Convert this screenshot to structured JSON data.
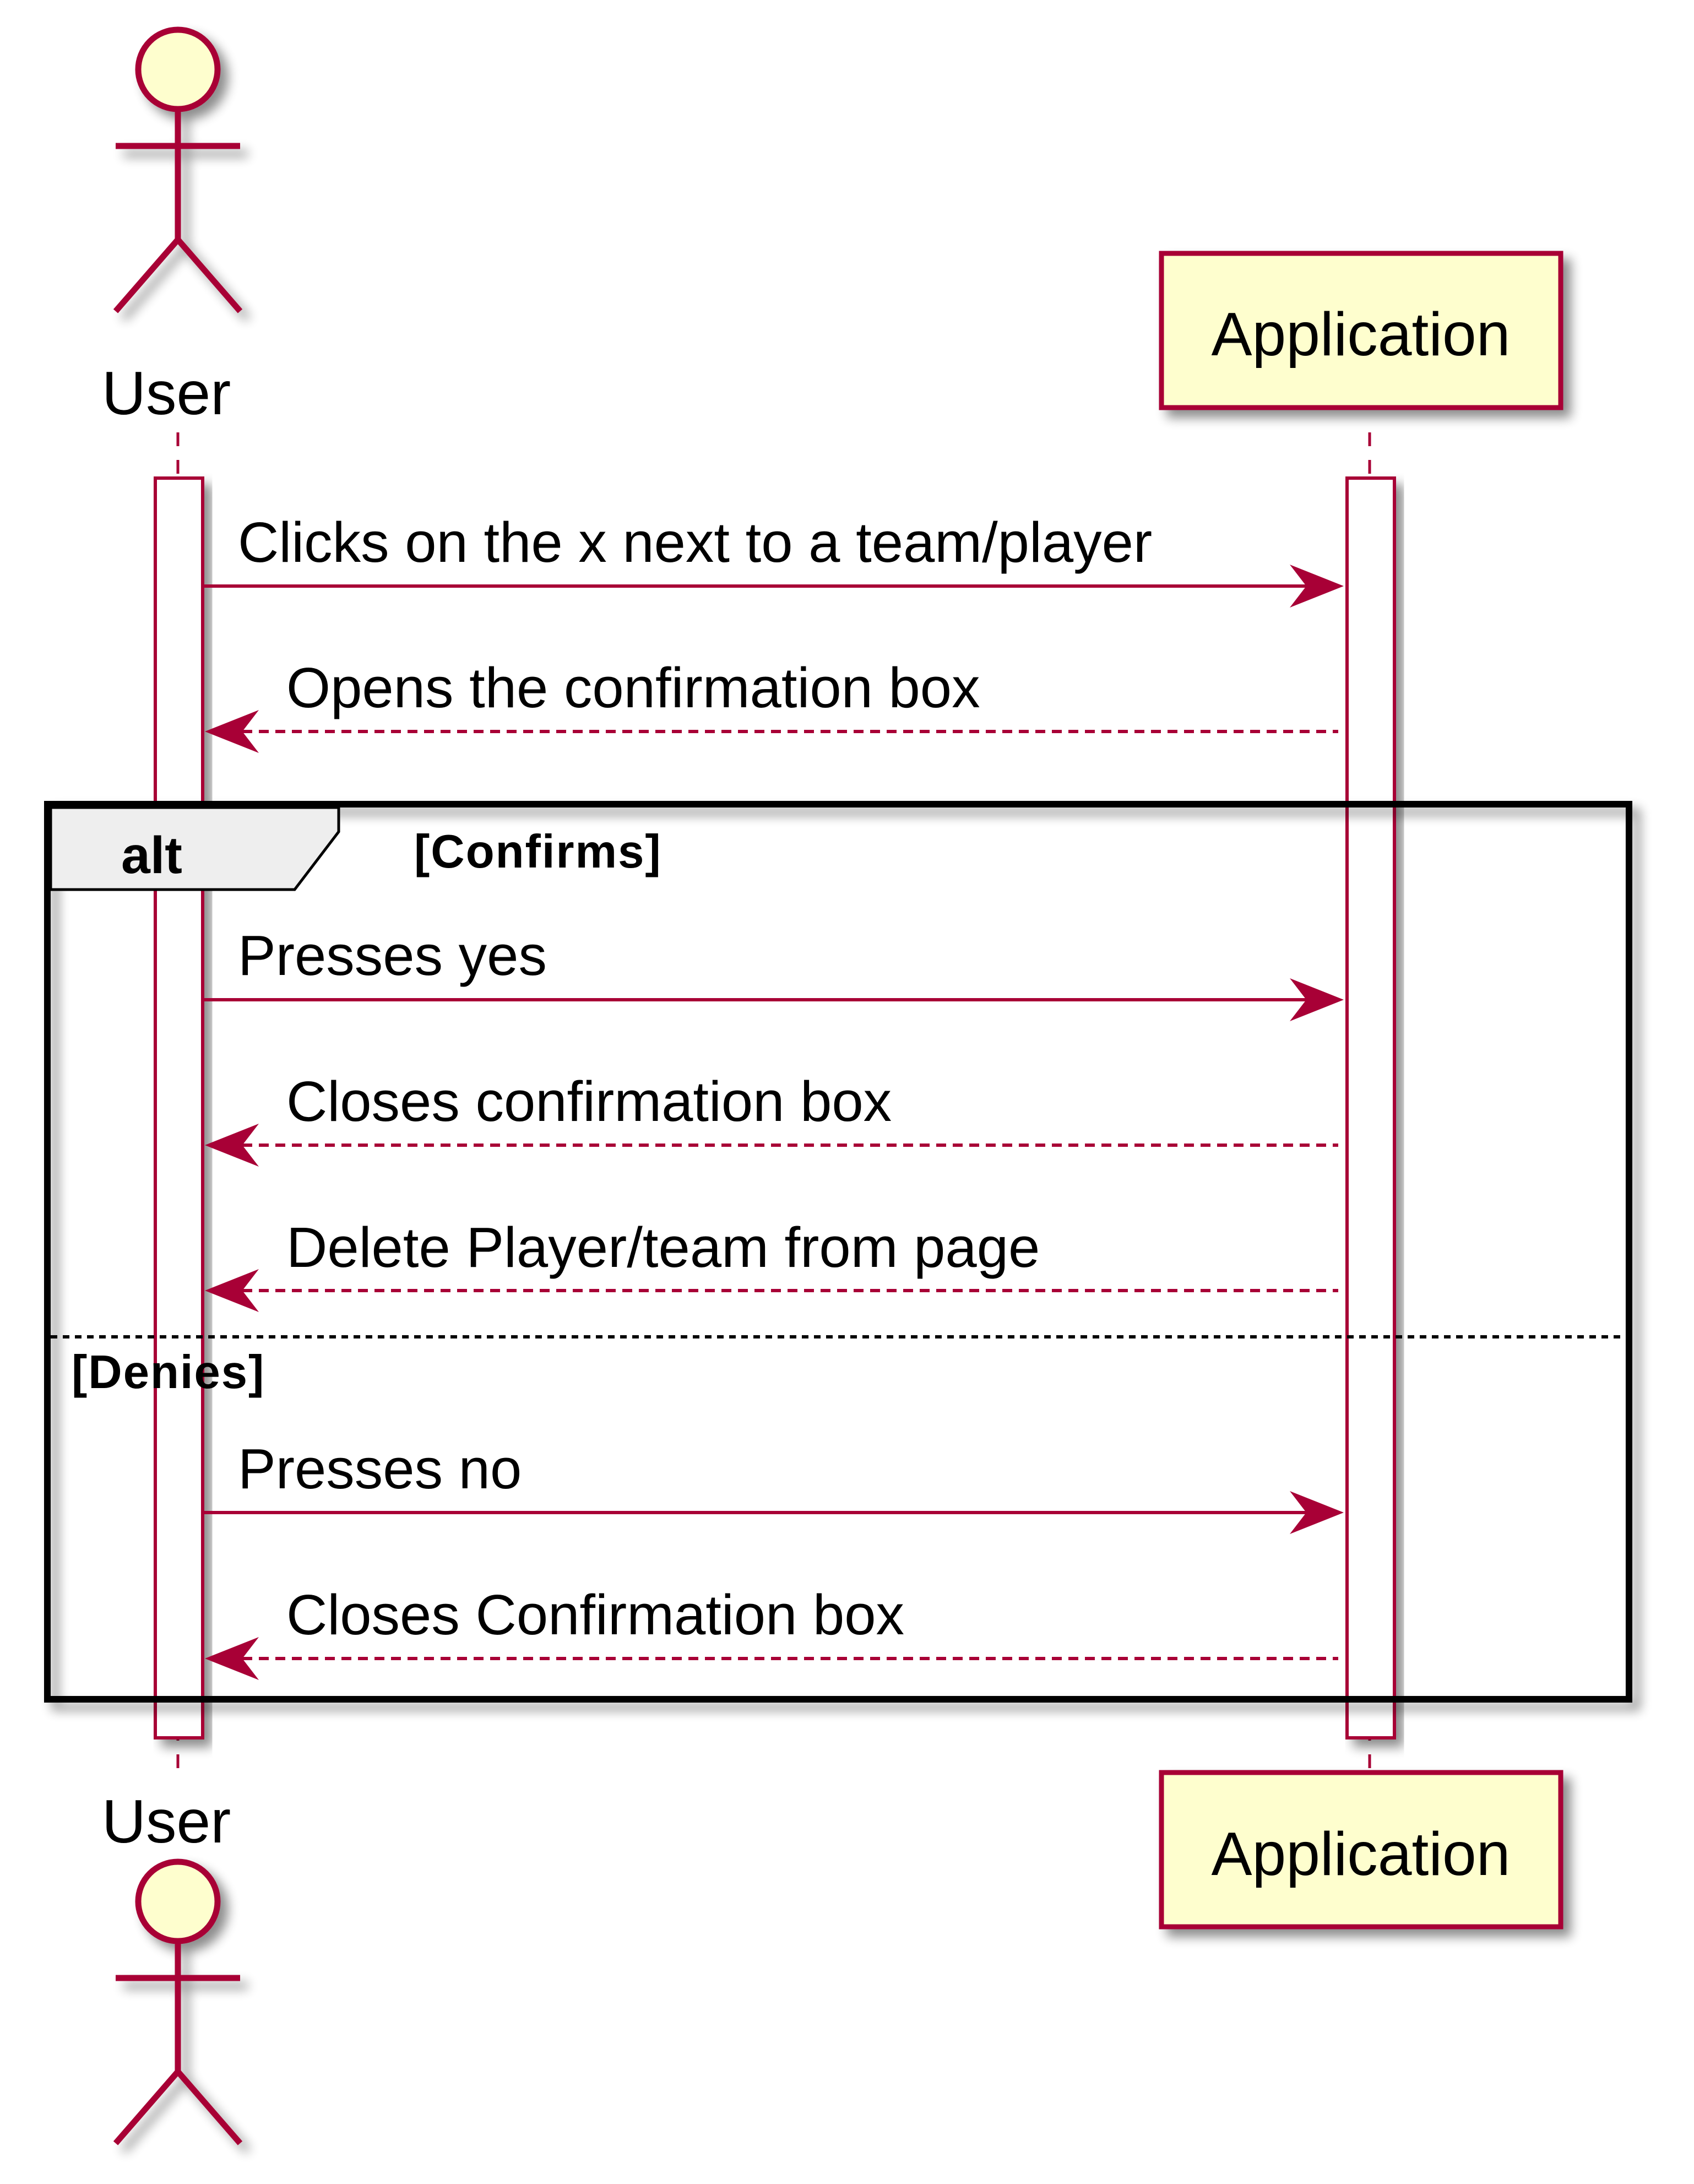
{
  "diagram": {
    "type": "sequence",
    "participants": [
      {
        "id": "user",
        "kind": "actor",
        "label": "User"
      },
      {
        "id": "app",
        "kind": "box",
        "label": "Application"
      }
    ],
    "messages": [
      {
        "from": "user",
        "to": "app",
        "style": "solid",
        "label": "Clicks on the x next to a team/player"
      },
      {
        "from": "app",
        "to": "user",
        "style": "dashed",
        "label": "Opens the confirmation box"
      }
    ],
    "fragment": {
      "keyword": "alt",
      "sections": [
        {
          "guard": "[Confirms]",
          "messages": [
            {
              "from": "user",
              "to": "app",
              "style": "solid",
              "label": "Presses yes"
            },
            {
              "from": "app",
              "to": "user",
              "style": "dashed",
              "label": "Closes confirmation box"
            },
            {
              "from": "app",
              "to": "user",
              "style": "dashed",
              "label": "Delete Player/team from page"
            }
          ]
        },
        {
          "guard": "[Denies]",
          "messages": [
            {
              "from": "user",
              "to": "app",
              "style": "solid",
              "label": "Presses no"
            },
            {
              "from": "app",
              "to": "user",
              "style": "dashed",
              "label": "Closes Confirmation box"
            }
          ]
        }
      ]
    },
    "colors": {
      "line": "#a80036",
      "participant_fill": "#fefece",
      "activation_fill": "#ffffff",
      "frame_border": "#000000",
      "frame_tab_fill": "#eeeeee",
      "shadow": "#9a9a9a"
    }
  }
}
